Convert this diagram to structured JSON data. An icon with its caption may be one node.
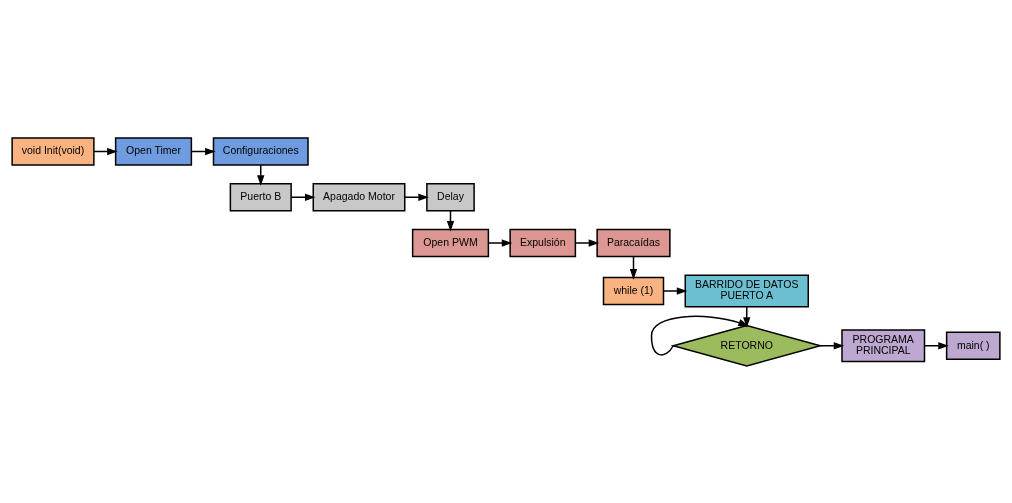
{
  "diagram": {
    "nodes": [
      {
        "text": [
          "void Init(void)"
        ]
      },
      {
        "text": [
          "Open Timer"
        ]
      },
      {
        "text": [
          "Configuraciones"
        ]
      },
      {
        "text": [
          "Puerto B"
        ]
      },
      {
        "text": [
          "Apagado Motor"
        ]
      },
      {
        "text": [
          "Delay"
        ]
      },
      {
        "text": [
          "Open PWM"
        ]
      },
      {
        "text": [
          "Expulsión"
        ]
      },
      {
        "text": [
          "Paracaídas"
        ]
      },
      {
        "text": [
          "while (1)"
        ]
      },
      {
        "text": [
          "BARRIDO DE DATOS PUERTO A"
        ]
      },
      {
        "text": [
          "RETORNO"
        ]
      },
      {
        "text": [
          "PROGRAMA PRINCIPAL"
        ]
      },
      {
        "text": [
          "main( )"
        ]
      }
    ],
    "edges": [
      {
        "from": 0,
        "to": 1,
        "arrow": "to"
      },
      {
        "from": 1,
        "to": 2,
        "arrow": "to"
      },
      {
        "from": 2,
        "to": 3,
        "arrow": "to"
      },
      {
        "from": 3,
        "to": 4,
        "arrow": "to"
      },
      {
        "from": 4,
        "to": 5,
        "arrow": "to"
      },
      {
        "from": 5,
        "to": 6,
        "arrow": "to"
      },
      {
        "from": 6,
        "to": 7,
        "arrow": "to"
      },
      {
        "from": 7,
        "to": 8,
        "arrow": "to"
      },
      {
        "from": 8,
        "to": 9,
        "arrow": "to"
      },
      {
        "from": 9,
        "to": 10,
        "arrow": "to"
      },
      {
        "from": 10,
        "to": 11,
        "arrow": "to"
      },
      {
        "from": 11,
        "to": 11,
        "arrow": "to"
      },
      {
        "from": 11,
        "to": 12,
        "arrow": "to"
      },
      {
        "from": 12,
        "to": 13,
        "arrow": "to"
      }
    ]
  }
}
